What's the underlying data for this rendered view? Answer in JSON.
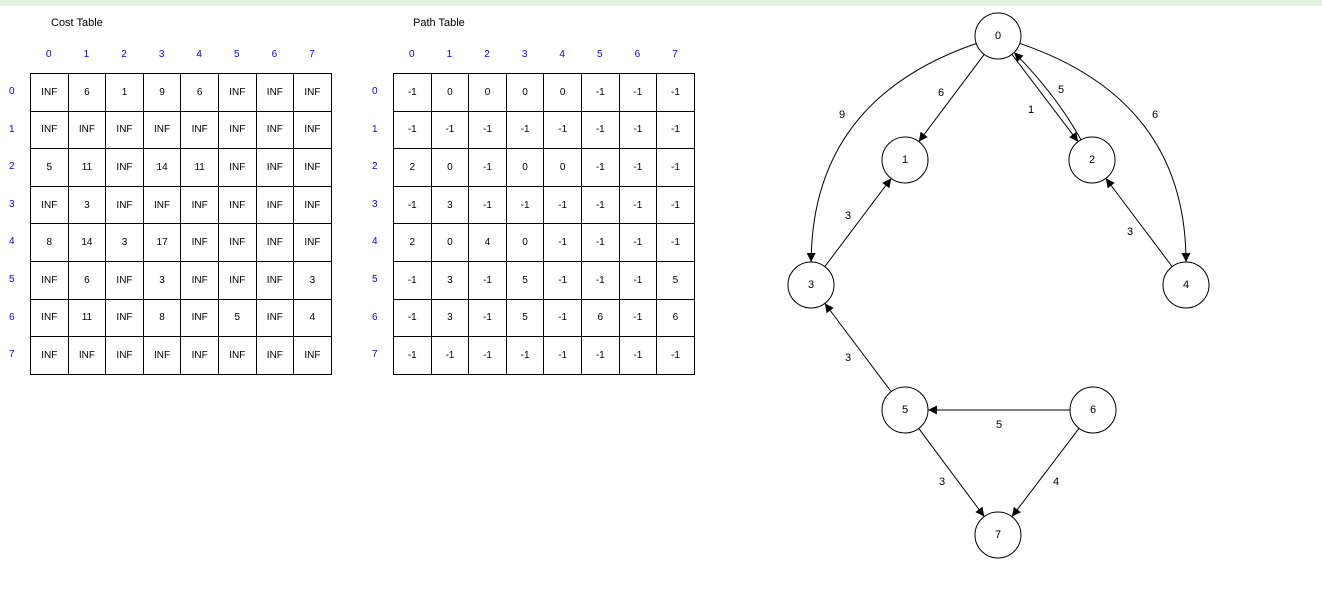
{
  "cost_table": {
    "title": "Cost Table",
    "col_headers": [
      "0",
      "1",
      "2",
      "3",
      "4",
      "5",
      "6",
      "7"
    ],
    "row_headers": [
      "0",
      "1",
      "2",
      "3",
      "4",
      "5",
      "6",
      "7"
    ],
    "rows": [
      [
        "INF",
        "6",
        "1",
        "9",
        "6",
        "INF",
        "INF",
        "INF"
      ],
      [
        "INF",
        "INF",
        "INF",
        "INF",
        "INF",
        "INF",
        "INF",
        "INF"
      ],
      [
        "5",
        "11",
        "INF",
        "14",
        "11",
        "INF",
        "INF",
        "INF"
      ],
      [
        "INF",
        "3",
        "INF",
        "INF",
        "INF",
        "INF",
        "INF",
        "INF"
      ],
      [
        "8",
        "14",
        "3",
        "17",
        "INF",
        "INF",
        "INF",
        "INF"
      ],
      [
        "INF",
        "6",
        "INF",
        "3",
        "INF",
        "INF",
        "INF",
        "3"
      ],
      [
        "INF",
        "11",
        "INF",
        "8",
        "INF",
        "5",
        "INF",
        "4"
      ],
      [
        "INF",
        "INF",
        "INF",
        "INF",
        "INF",
        "INF",
        "INF",
        "INF"
      ]
    ]
  },
  "path_table": {
    "title": "Path Table",
    "col_headers": [
      "0",
      "1",
      "2",
      "3",
      "4",
      "5",
      "6",
      "7"
    ],
    "row_headers": [
      "0",
      "1",
      "2",
      "3",
      "4",
      "5",
      "6",
      "7"
    ],
    "rows": [
      [
        "-1",
        "0",
        "0",
        "0",
        "0",
        "-1",
        "-1",
        "-1"
      ],
      [
        "-1",
        "-1",
        "-1",
        "-1",
        "-1",
        "-1",
        "-1",
        "-1"
      ],
      [
        "2",
        "0",
        "-1",
        "0",
        "0",
        "-1",
        "-1",
        "-1"
      ],
      [
        "-1",
        "3",
        "-1",
        "-1",
        "-1",
        "-1",
        "-1",
        "-1"
      ],
      [
        "2",
        "0",
        "4",
        "0",
        "-1",
        "-1",
        "-1",
        "-1"
      ],
      [
        "-1",
        "3",
        "-1",
        "5",
        "-1",
        "-1",
        "-1",
        "5"
      ],
      [
        "-1",
        "3",
        "-1",
        "5",
        "-1",
        "6",
        "-1",
        "6"
      ],
      [
        "-1",
        "-1",
        "-1",
        "-1",
        "-1",
        "-1",
        "-1",
        "-1"
      ]
    ]
  },
  "graph": {
    "nodes": [
      {
        "id": "0",
        "label": "0"
      },
      {
        "id": "1",
        "label": "1"
      },
      {
        "id": "2",
        "label": "2"
      },
      {
        "id": "3",
        "label": "3"
      },
      {
        "id": "4",
        "label": "4"
      },
      {
        "id": "5",
        "label": "5"
      },
      {
        "id": "6",
        "label": "6"
      },
      {
        "id": "7",
        "label": "7"
      }
    ],
    "edges": [
      {
        "from": "0",
        "to": "1",
        "weight": "6"
      },
      {
        "from": "0",
        "to": "2",
        "weight": "1"
      },
      {
        "from": "2",
        "to": "0",
        "weight": "5"
      },
      {
        "from": "0",
        "to": "3",
        "weight": "9"
      },
      {
        "from": "0",
        "to": "4",
        "weight": "6"
      },
      {
        "from": "3",
        "to": "1",
        "weight": "3"
      },
      {
        "from": "4",
        "to": "2",
        "weight": "3"
      },
      {
        "from": "5",
        "to": "3",
        "weight": "3"
      },
      {
        "from": "6",
        "to": "5",
        "weight": "5"
      },
      {
        "from": "5",
        "to": "7",
        "weight": "3"
      },
      {
        "from": "6",
        "to": "7",
        "weight": "4"
      }
    ]
  },
  "colors": {
    "header_text": "#0000ff",
    "top_bar": "#e6f2e6",
    "grid_line": "#000000"
  }
}
